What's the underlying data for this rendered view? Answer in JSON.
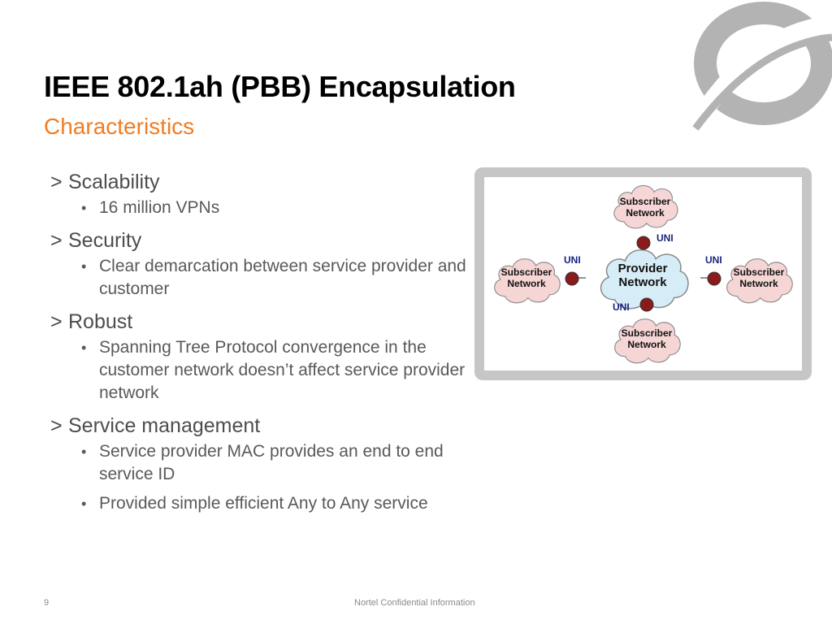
{
  "slide": {
    "title": "IEEE 802.1ah (PBB) Encapsulation",
    "subtitle": "Characteristics",
    "marker": ">",
    "sections": [
      {
        "heading": "Scalability",
        "bullets": [
          "16 million VPNs"
        ]
      },
      {
        "heading": "Security",
        "bullets": [
          "Clear demarcation between service provider and customer"
        ]
      },
      {
        "heading": "Robust",
        "bullets": [
          "Spanning Tree Protocol convergence in the customer network doesn’t affect service provider network"
        ]
      },
      {
        "heading": "Service management",
        "bullets": [
          "Service provider MAC provides an end to end service ID",
          "Provided simple efficient Any to Any service"
        ]
      }
    ]
  },
  "diagram": {
    "provider": [
      "Provider",
      "Network"
    ],
    "subscriber": [
      "Subscriber",
      "Network"
    ],
    "uni_label": "UNI"
  },
  "footer": {
    "page_number": "9",
    "confidential": "Nortel Confidential Information"
  },
  "colors": {
    "title": "#000000",
    "subtitle": "#f07d23",
    "logo": "#b3b3b3",
    "provider_cloud": "#d6ecf7",
    "subscriber_cloud": "#f6d5d5",
    "uni_node": "#8b1a1a"
  }
}
